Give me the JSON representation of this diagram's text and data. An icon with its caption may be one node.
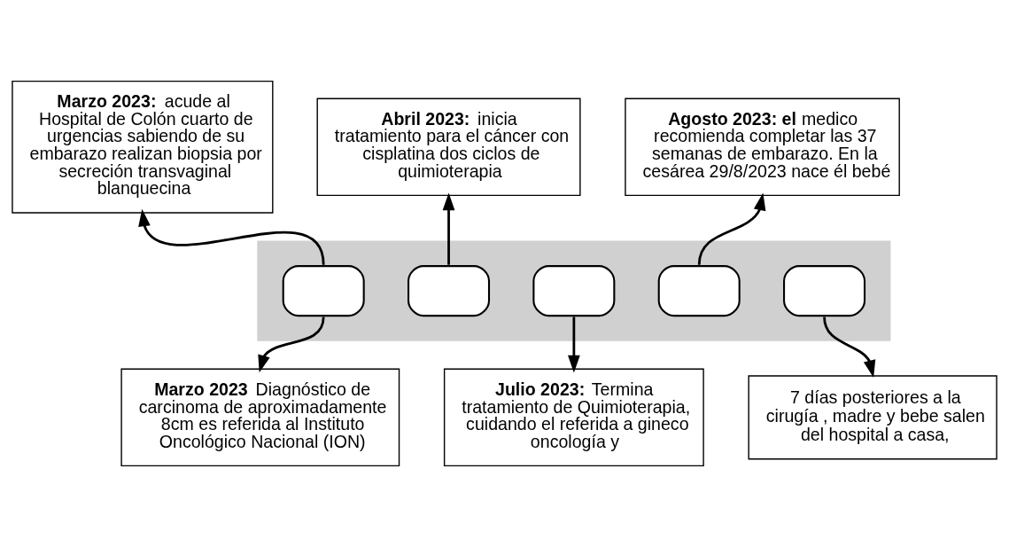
{
  "diagram": {
    "nodes": [
      {
        "text": [
          "**Marzo 2023:** acude al Hospital de Colón cuarto de urgencias sabiendo de su embarazo realizan biopsia por secreción transvaginal blanquecina"
        ]
      },
      {
        "text": [
          "**Abril 2023:** inicia tratamiento para el cáncer con cisplatina dos ciclos de quimioterapia"
        ]
      },
      {
        "text": [
          "**Agosto 2023: el** medico recomienda completar las 37 semanas de embarazo. En la cesárea 29/8/2023 nace él bebé"
        ]
      },
      {
        "text": [],
        "shape": "arrow"
      },
      {
        "text": [],
        "shape": "box",
        "in": 3
      },
      {
        "text": [],
        "shape": "box",
        "in": 3
      },
      {
        "text": [],
        "shape": "box",
        "in": 3
      },
      {
        "text": [],
        "shape": "box",
        "in": 3
      },
      {
        "text": [],
        "shape": "box",
        "in": 3
      },
      {
        "text": [
          "**Marzo 2023** Diagnóstico de carcinoma de aproximadamente 8cm es referida al Instituto Oncológico Nacional (ION)"
        ]
      },
      {
        "text": [
          "**Julio 2023:** Termina tratamiento de Quimioterapia, cuidando el referida a gineco oncología y"
        ]
      },
      {
        "text": [
          "7 días posteriores a la cirugía , madre y bebe salen del hospital a casa,"
        ]
      }
    ],
    "edges": [
      {
        "from": 4,
        "to": 0,
        "arrow": "to"
      },
      {
        "from": 4,
        "to": 9,
        "arrow": "to"
      },
      {
        "from": 5,
        "to": 1,
        "arrow": "to"
      },
      {
        "from": 6,
        "to": 10,
        "arrow": "to"
      },
      {
        "from": 7,
        "to": 2,
        "arrow": "to"
      },
      {
        "from": 8,
        "to": 11,
        "arrow": "to"
      }
    ]
  }
}
